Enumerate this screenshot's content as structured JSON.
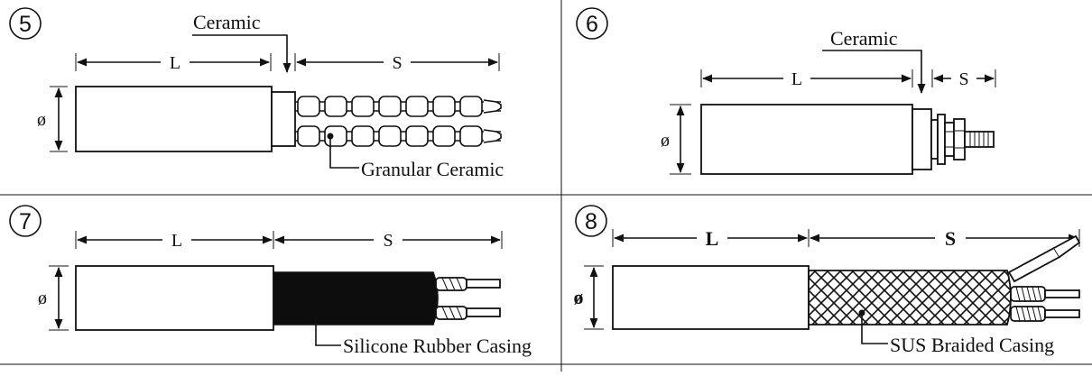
{
  "panels": [
    {
      "number": "5",
      "dims": {
        "length": "L",
        "lead": "S",
        "diameter": "ø"
      },
      "callouts": [
        "Ceramic",
        "Granular Ceramic"
      ]
    },
    {
      "number": "6",
      "dims": {
        "length": "L",
        "lead": "S",
        "diameter": "ø"
      },
      "callouts": [
        "Ceramic"
      ]
    },
    {
      "number": "7",
      "dims": {
        "length": "L",
        "lead": "S",
        "diameter": "ø"
      },
      "callouts": [
        "Silicone Rubber Casing"
      ]
    },
    {
      "number": "8",
      "dims": {
        "length": "L",
        "lead": "S",
        "diameter": "ø"
      },
      "callouts": [
        "SUS Braided Casing"
      ]
    }
  ],
  "colors": {
    "ink": "#111111",
    "paper": "#ffffff",
    "rubber": "#0d0d0d"
  }
}
